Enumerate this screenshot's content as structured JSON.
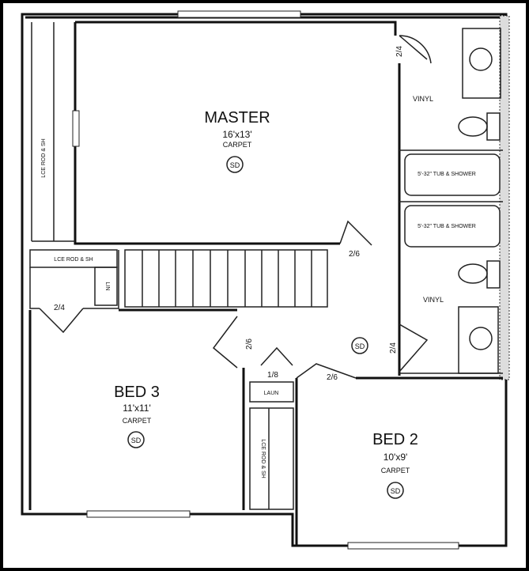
{
  "rooms": {
    "master": {
      "name": "MASTER",
      "size": "16'x13'",
      "floor": "CARPET",
      "sd": "SD"
    },
    "bed3": {
      "name": "BED 3",
      "size": "11'x11'",
      "floor": "CARPET",
      "sd": "SD"
    },
    "bed2": {
      "name": "BED 2",
      "size": "10'x9'",
      "floor": "CARPET",
      "sd": "SD"
    },
    "bath_top": {
      "floor": "VINYL",
      "tub": "5'-32\" TUB & SHOWER"
    },
    "bath_bottom": {
      "floor": "VINYL",
      "tub": "5'-32\" TUB & SHOWER"
    },
    "hall": {
      "sd": "SD"
    }
  },
  "closets": {
    "master": "LCE ROD & SH",
    "hall": "LCE ROD & SH",
    "bed2": "LCE ROD & SH",
    "linen": "LIN",
    "laundry": "LAUN"
  },
  "doors": {
    "master_bath": "2/4",
    "master": "2/6",
    "closet_hall": "2/4",
    "bed3": "2/6",
    "laundry": "1/8",
    "bed2": "2/6",
    "hall_bath": "2/4"
  }
}
